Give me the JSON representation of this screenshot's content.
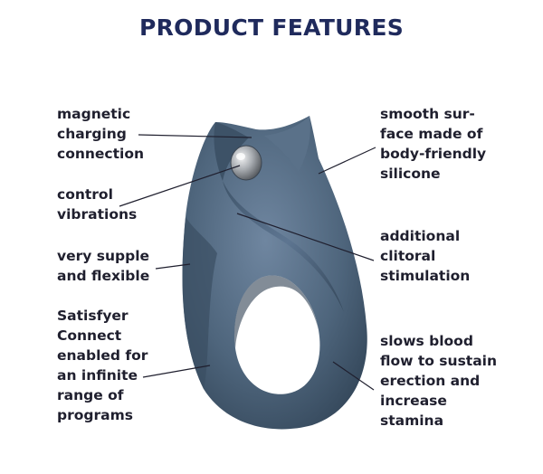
{
  "header": {
    "title": "PRODUCT FEATURES"
  },
  "features": {
    "magnetic": "magnetic\ncharging\nconnection",
    "control": "control\nvibrations",
    "supple": "very supple\nand flexible",
    "connect": "Satisfyer\nConnect\nenabled for\nan infinite\nrange of\nprograms",
    "smooth": "smooth sur-\nface made of\nbody-friendly\nsilicone",
    "clitoral": "additional\nclitoral\nstimulation",
    "blood": "slows blood\nflow to sustain\nerection and\nincrease\nstamina"
  },
  "colors": {
    "title": "#1f2a5c",
    "text": "#1f1f2e",
    "product": "#4a6178",
    "product_dark": "#364a5e",
    "product_light": "#6a8198",
    "button": "#b9bcc0"
  }
}
